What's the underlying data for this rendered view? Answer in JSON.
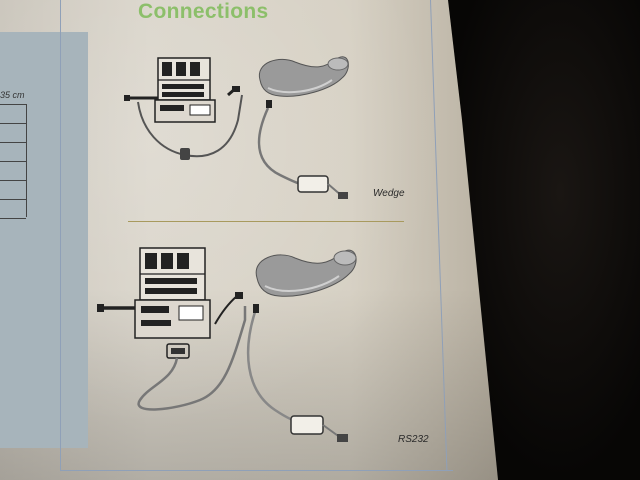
{
  "side_table": {
    "unit_label": "35 cm"
  },
  "section": {
    "heading": "Connections",
    "diagrams": [
      {
        "caption": "Wedge",
        "icons": [
          "computer-icon",
          "scanner-stand-icon",
          "cable-icon",
          "interface-box-icon"
        ]
      },
      {
        "caption": "RS232",
        "icons": [
          "computer-icon",
          "serial-connector-icon",
          "scanner-stand-icon",
          "cable-icon",
          "interface-box-icon"
        ]
      }
    ]
  },
  "colors": {
    "heading": "#8cbf6a",
    "side_panel": "#a7b4bb",
    "page": "#d6d0c3",
    "frame_line": "#8fa0b8"
  }
}
